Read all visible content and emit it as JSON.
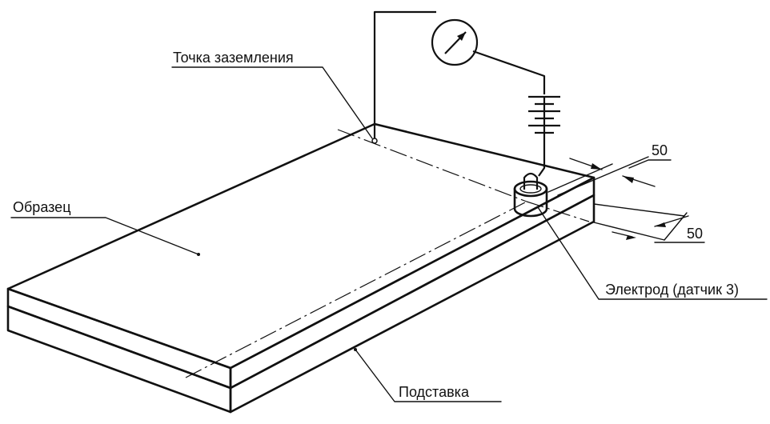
{
  "labels": {
    "ground_point": "Точка заземления",
    "specimen": "Образец",
    "electrode": "Электрод (датчик 3)",
    "stand": "Подставка",
    "dim_top": "50",
    "dim_right": "50"
  },
  "colors": {
    "line": "#111111",
    "stand_fill": "#c8c8c8",
    "specimen_fill": "#ffffff"
  },
  "icons": {
    "meter": "meter-icon",
    "battery": "battery-icon"
  }
}
